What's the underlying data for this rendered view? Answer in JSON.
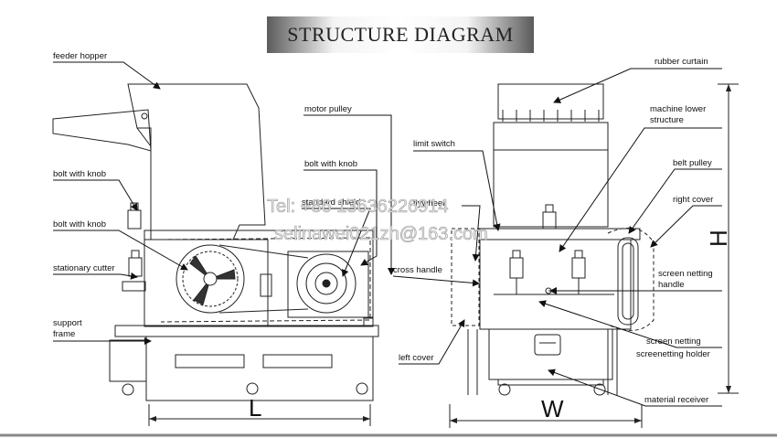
{
  "title": "STRUCTURE DIAGRAM",
  "watermark": {
    "line1": "Tel: +86 13636226914",
    "line2": "selinawei021zh@163.com"
  },
  "left_view": {
    "labels": {
      "feeder_hopper": "feeder hopper",
      "bolt_with_knob_1": "bolt with knob",
      "bolt_with_knob_2": "bolt with knob",
      "stationary_cutter": "stationary cutter",
      "support_frame_1": "support",
      "support_frame_2": "frame",
      "motor_pulley": "motor pulley",
      "bolt_with_knob_3": "bolt with knob",
      "standard_shield": "standard shield"
    },
    "dimension": "L"
  },
  "right_view": {
    "labels": {
      "rubber_curtain": "rubber curtain",
      "machine_lower_structure_1": "machine lower",
      "machine_lower_structure_2": "structure",
      "limit_switch": "limit switch",
      "flywheel": "flywheel",
      "belt_pulley": "belt pulley",
      "right_cover": "right cover",
      "cross_handle": "cross handle",
      "screen_netting_handle_1": "screen netting",
      "screen_netting_handle_2": "handle",
      "screen_netting_1": "screen netting",
      "screen_netting_2": "screenetting holder",
      "left_cover": "left cover",
      "material_receiver": "material receiver"
    },
    "dimension_w": "W",
    "dimension_h": "H"
  }
}
